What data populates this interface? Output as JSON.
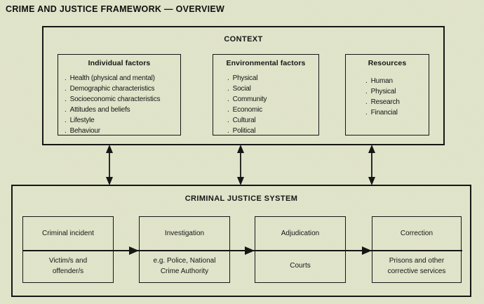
{
  "page": {
    "title": "CRIME AND JUSTICE FRAMEWORK — OVERVIEW",
    "background_color": "#dfe3c8",
    "line_color": "#161616"
  },
  "context": {
    "title": "CONTEXT",
    "bullet": ".",
    "groups": [
      {
        "title": "Individual factors",
        "items": [
          "Health (physical and mental)",
          "Demographic characteristics",
          "Socioeconomic characteristics",
          "Attitudes and beliefs",
          "Lifestyle",
          "Behaviour"
        ]
      },
      {
        "title": "Environmental factors",
        "items": [
          "Physical",
          "Social",
          "Community",
          "Economic",
          "Cultural",
          "Political"
        ]
      },
      {
        "title": "Resources",
        "items": [
          "Human",
          "Physical",
          "Research",
          "Financial"
        ]
      }
    ]
  },
  "cjs": {
    "title": "CRIMINAL JUSTICE SYSTEM",
    "stages": [
      {
        "top": "Criminal incident",
        "bottom": "Victim/s and offender/s"
      },
      {
        "top": "Investigation",
        "bottom": "e.g. Police, National Crime Authority"
      },
      {
        "top": "Adjudication",
        "bottom": "Courts"
      },
      {
        "top": "Correction",
        "bottom": "Prisons and other corrective services"
      }
    ]
  }
}
